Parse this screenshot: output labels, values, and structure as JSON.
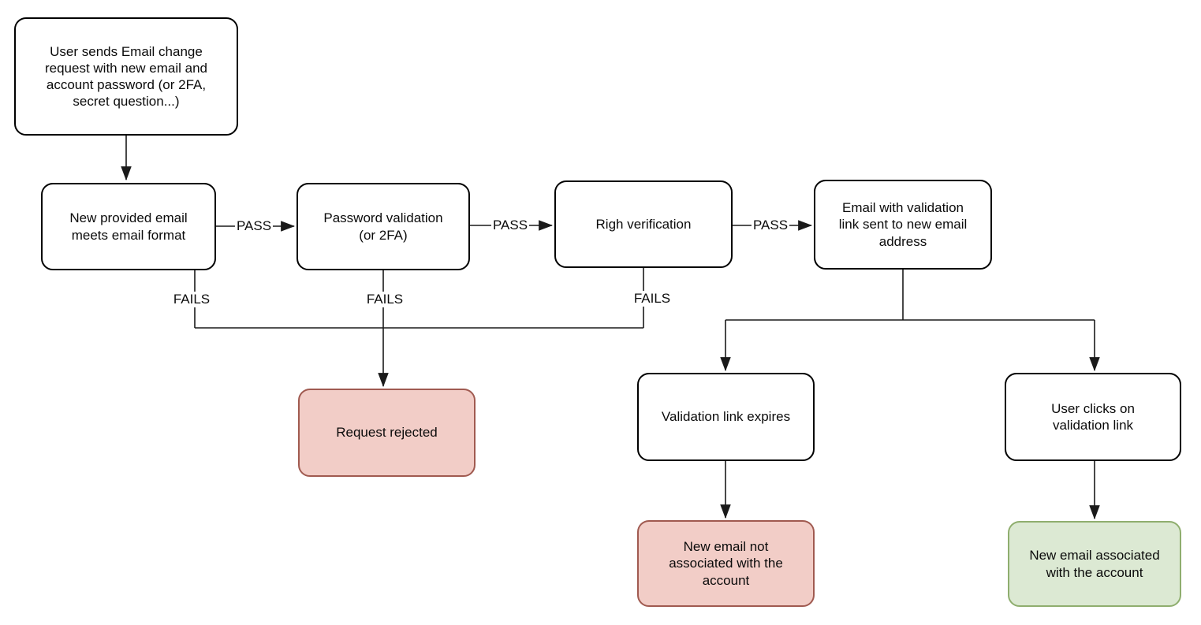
{
  "diagram": {
    "kind": "flowchart",
    "nodes": [
      {
        "id": "user-sends-request",
        "style": "default",
        "label": "User sends Email change\nrequest with new email and\naccount password (or 2FA,\nsecret question...)"
      },
      {
        "id": "email-format-check",
        "style": "default",
        "label": "New provided email\nmeets email format"
      },
      {
        "id": "password-validation",
        "style": "default",
        "label": "Password validation\n(or 2FA)"
      },
      {
        "id": "righ-verification",
        "style": "default",
        "label": "Righ verification"
      },
      {
        "id": "validation-email-sent",
        "style": "default",
        "label": "Email with validation\nlink sent to new email\naddress"
      },
      {
        "id": "request-rejected",
        "style": "rejected",
        "label": "Request rejected"
      },
      {
        "id": "validation-link-expires",
        "style": "default",
        "label": "Validation link expires"
      },
      {
        "id": "user-clicks-link",
        "style": "default",
        "label": "User clicks on\nvalidation link"
      },
      {
        "id": "email-not-associated",
        "style": "rejected",
        "label": "New email not\nassociated with the\naccount"
      },
      {
        "id": "email-associated",
        "style": "success",
        "label": "New email associated\nwith the account"
      }
    ],
    "edge_labels": [
      {
        "id": "pass-1",
        "label": "PASS"
      },
      {
        "id": "pass-2",
        "label": "PASS"
      },
      {
        "id": "pass-3",
        "label": "PASS"
      },
      {
        "id": "fails-1",
        "label": "FAILS"
      },
      {
        "id": "fails-2",
        "label": "FAILS"
      },
      {
        "id": "fails-3",
        "label": "FAILS"
      }
    ],
    "colors": {
      "node_fill": "#ffffff",
      "node_border": "#000000",
      "rejected_fill": "#f2cdc7",
      "rejected_border": "#a05a50",
      "success_fill": "#dce9d3",
      "success_border": "#8fae6e",
      "connector": "#1a1a1a",
      "text": "#0b0b0b",
      "background": "#ffffff"
    }
  }
}
